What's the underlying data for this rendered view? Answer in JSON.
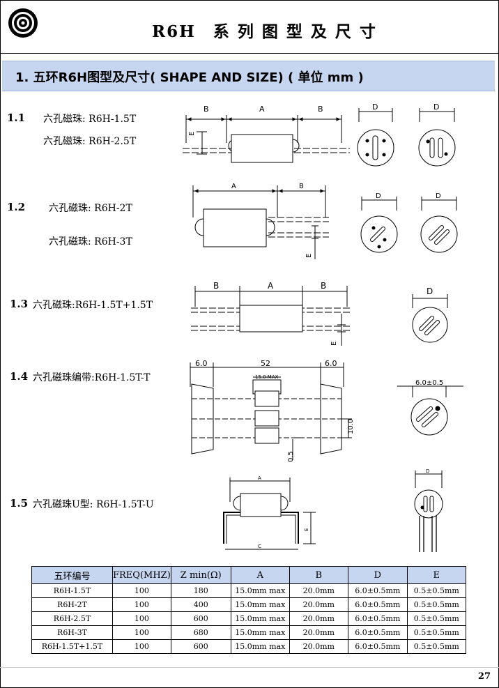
{
  "header": {
    "title": "R6H　系 列 图 型 及 尺 寸"
  },
  "section": {
    "title": "1. 五环R6H图型及尺寸( SHAPE AND SIZE)  ( 单位 mm )"
  },
  "items": [
    {
      "num": "1.1",
      "lines": [
        "六孔磁珠:  R6H-1.5T",
        "六孔磁珠:  R6H-2.5T"
      ]
    },
    {
      "num": "1.2",
      "lines": [
        "六孔磁珠:  R6H-2T",
        "六孔磁珠:  R6H-3T"
      ]
    },
    {
      "num": "1.3",
      "lines": [
        "六孔磁珠:R6H-1.5T+1.5T"
      ]
    },
    {
      "num": "1.4",
      "lines": [
        "六孔磁珠编带:R6H-1.5T-T"
      ]
    },
    {
      "num": "1.5",
      "lines": [
        "六孔磁珠U型: R6H-1.5T-U"
      ]
    }
  ],
  "dims": {
    "A": "A",
    "B": "B",
    "D": "D",
    "E": "E",
    "C": "C",
    "d6": "6.0",
    "d52": "52",
    "d15": "15.0 MAX",
    "d10": "10.0",
    "d05": "0.5",
    "d6tol": "6.0±0.5"
  },
  "table": {
    "headers": [
      "五环编号",
      "FREQ(MHZ)",
      "Z min(Ω)",
      "A",
      "B",
      "D",
      "E"
    ],
    "rows": [
      [
        "R6H-1.5T",
        "100",
        "180",
        "15.0mm max",
        "20.0mm",
        "6.0±0.5mm",
        "0.5±0.5mm"
      ],
      [
        "R6H-2T",
        "100",
        "400",
        "15.0mm max",
        "20.0mm",
        "6.0±0.5mm",
        "0.5±0.5mm"
      ],
      [
        "R6H-2.5T",
        "100",
        "600",
        "15.0mm max",
        "20.0mm",
        "6.0±0.5mm",
        "0.5±0.5mm"
      ],
      [
        "R6H-3T",
        "100",
        "680",
        "15.0mm max",
        "20.0mm",
        "6.0±0.5mm",
        "0.5±0.5mm"
      ],
      [
        "R6H-1.5T+1.5T",
        "100",
        "600",
        "15.0mm max",
        "20.0mm",
        "6.0±0.5mm",
        "0.5±0.5mm"
      ]
    ]
  },
  "page_number": "27"
}
